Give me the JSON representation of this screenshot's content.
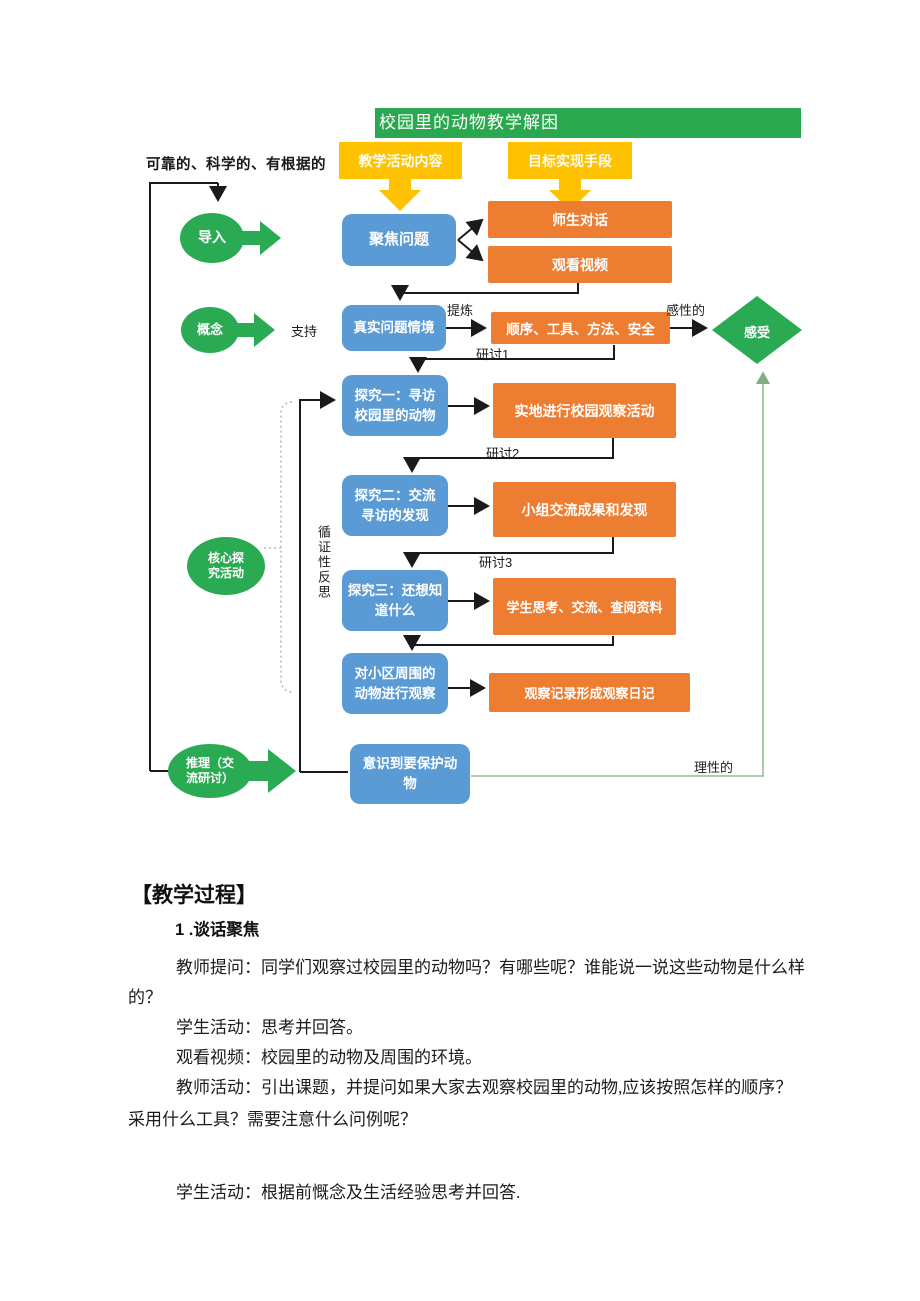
{
  "flowchart": {
    "title_bar": "校园里的动物教学解困",
    "left_caption": "可靠的、科学的、有根据的",
    "column_headers": [
      {
        "label": "教学活动内容"
      },
      {
        "label": "目标实现手段"
      }
    ],
    "stages": [
      {
        "label": "导入"
      },
      {
        "label": "概念"
      },
      {
        "label": "核心探\n究活动"
      },
      {
        "label": "推理（交\n流研讨）"
      }
    ],
    "blue_boxes": [
      {
        "label": "聚焦问题"
      },
      {
        "label": "真实问题情境"
      },
      {
        "label": "探究一：寻访\n校园里的动物"
      },
      {
        "label": "探究二：交流\n寻访的发现"
      },
      {
        "label": "探究三：还想知\n道什么"
      },
      {
        "label": "对小区周围的\n动物进行观察"
      },
      {
        "label": "意识到要保护动\n物"
      }
    ],
    "orange_boxes": [
      {
        "label": "师生对话"
      },
      {
        "label": "观看视频"
      },
      {
        "label": "顺序、工具、方法、安全"
      },
      {
        "label": "实地进行校园观察活动"
      },
      {
        "label": "小组交流成果和发现"
      },
      {
        "label": "学生思考、交流、查阅资料"
      },
      {
        "label": "观察记录形成观察日记"
      }
    ],
    "diamond_label": "感受",
    "edge_labels": {
      "support": "支持",
      "refine": "提炼",
      "perceptual": "感性的",
      "rational": "理性的",
      "discuss1": "研讨1",
      "discuss2": "研讨2",
      "discuss3": "研讨3",
      "vertical_note": "循证性反思"
    },
    "colors": {
      "green": "#2aab53",
      "header_green": "#2aa84f",
      "yellow": "#fec200",
      "blue": "#5b9bd5",
      "orange": "#ed7d31",
      "loop_green": "#8fbf92"
    }
  },
  "document": {
    "section_heading": "【教学过程】",
    "step_heading": "1 .谈话聚焦",
    "paragraphs": [
      {
        "text": "教师提问：同学们观察过校园里的动物吗？有哪些呢？谁能说一说这些动物是什么样"
      },
      {
        "text": "的？"
      },
      {
        "text": "学生活动：思考并回答。"
      },
      {
        "text": "观看视频：校园里的动物及周围的环境。"
      },
      {
        "text": "教师活动：引出课题，并提问如果大家去观察校园里的动物,应该按照怎样的顺序？"
      },
      {
        "text": "采用什么工具？需要注意什么问例呢？"
      },
      {
        "text": "学生活动：根据前慨念及生活经验思考并回答."
      }
    ]
  }
}
